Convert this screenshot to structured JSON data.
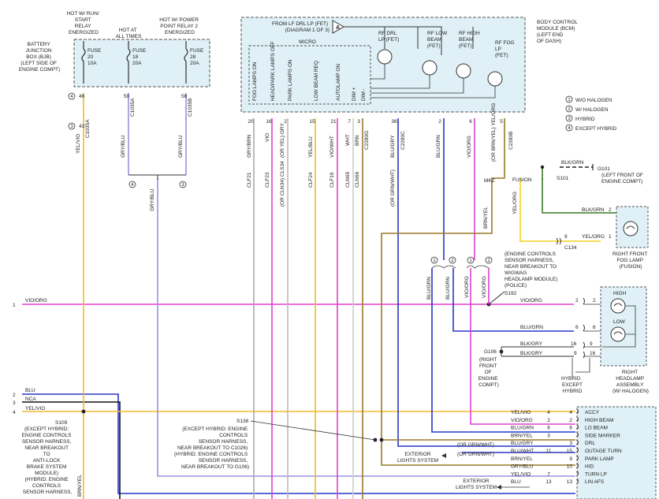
{
  "top_labels": {
    "hot_run": [
      "HOT W/ RUN/",
      "START",
      "RELAY",
      "ENERGIZED"
    ],
    "hot_all": [
      "HOT AT",
      "ALL TIMES"
    ],
    "hot_power": [
      "HOT W/ POWER",
      "POINT RELAY 2",
      "ENERGIZED"
    ]
  },
  "bjb": [
    "BATTERY",
    "JUNCTION",
    "BOX (BJB)",
    "(LEFT SIDE OF",
    "ENGINE COMPT)"
  ],
  "fuses": [
    {
      "label": "FUSE",
      "num": "20",
      "amp": "10A",
      "pin": "46",
      "connector": "C1035A",
      "circle": "3"
    },
    {
      "label": "FUSE",
      "num": "18",
      "amp": "20A",
      "pin": "50",
      "connector": "C1035A",
      "circle": ""
    },
    {
      "label": "FUSE",
      "num": "28",
      "amp": "20A",
      "pin": "56",
      "connector": "C1035B",
      "circle": ""
    }
  ],
  "fuse_circle_4": "4",
  "fuse_wire_pin": "43",
  "fuse_wire_color": "YEL/VIO",
  "fuse_wire_conn": "C1035A",
  "gry_blu": "GRY/BLU",
  "bcm": {
    "from_lf": [
      "FROM LF DRL LP (FET)",
      "(DIAGRAM 1 OF 3)"
    ],
    "title": [
      "BODY CONTROL",
      "MODULE (BCM)",
      "(LEFT END",
      "OF DASH)"
    ],
    "micro": "MICRO",
    "inputs": [
      "FOG LAMPS ON",
      "HEAD/PARK LAMPS OFF",
      "PARK LAMPS ON",
      "LOW BEAM REQ",
      "AUTOLAMP ON",
      "DIM +",
      "DIM -"
    ],
    "fets": [
      [
        "RF DRL",
        "LP (FET)"
      ],
      [
        "RF LOW",
        "BEAM",
        "(FET)"
      ],
      [
        "RF HIGH",
        "BEAM",
        "(FET)"
      ],
      [
        "RF FOG",
        "LP",
        "(FET)"
      ]
    ]
  },
  "legend": [
    {
      "num": "1",
      "text": "W/O HALOGEN"
    },
    {
      "num": "2",
      "text": "W/ HALOGEN"
    },
    {
      "num": "3",
      "text": "HYBRID"
    },
    {
      "num": "4",
      "text": "EXCEPT HYBRID"
    }
  ],
  "pins": [
    "20",
    "16",
    "2",
    "15",
    "21",
    "7",
    "3",
    "36",
    "2",
    "6",
    "5"
  ],
  "wire_colors": [
    "GRY/BRN",
    "VIO",
    "(OR YEL) GRY",
    "YEL/BLU",
    "VIO/WHT",
    "WHT",
    "BRN",
    "BLU/GRY",
    "(OR GRN/WHT)",
    "BLU/GRN",
    "VIO/ORG",
    "(OR BRN/YEL) YEL/ORG"
  ],
  "bcm_connectors": [
    "C2280G",
    "C2280C",
    "C2280B"
  ],
  "circuits": [
    "CLF21",
    "CLF23",
    "(OR CLN34) CLS34",
    "CLF24",
    "CLF19",
    "CLN65",
    "CLN66"
  ],
  "ground": {
    "color": "BLK/GRN",
    "g": "G101",
    "note": [
      "(LEFT FRONT OF",
      "ENGINE COMPT)"
    ],
    "s": "S101"
  },
  "fusion": "FUSION",
  "mkz": "MKZ",
  "brn_yel": "BRN/YEL",
  "yel_org": "YEL/ORG",
  "fog": {
    "blk_grn": "BLK/GRN",
    "pin2": "2",
    "pin1": "1",
    "yel_org": "YEL/ORG",
    "c9": "9",
    "conn": "C134",
    "title": [
      "RIGHT FRONT",
      "FOG LAMP",
      "(FUSION)"
    ]
  },
  "s192": {
    "note": [
      "(ENGINE CONTROLS",
      "SENSOR HARNESS,",
      "NEAR BREAKOUT TO",
      "WIGWAG",
      "HEADLAMP MODULE)",
      "(POLICE)"
    ],
    "label": "S192"
  },
  "circle_labels": [
    "1",
    "2",
    "1",
    "2"
  ],
  "branch_colors": [
    "BLU/GRN",
    "BLU/GRN",
    "VIO/ORG",
    "VIO/ORG"
  ],
  "headlamp": {
    "high": "HIGH",
    "low": "LOW",
    "vio_org": "VIO/ORG",
    "pin2a": "2",
    "pin2b": "2",
    "blu_grn": "BLU/GRN",
    "pin6a": "6",
    "pin6b": "6",
    "blk_gry1": "BLK/GRY",
    "pin16a": "16",
    "pin9a": "9",
    "blk_gry2": "BLK/GRY",
    "pin9b": "9",
    "pin16b": "16",
    "hybrid": "HYBRID",
    "except_hybrid": [
      "EXCEPT",
      "HYBRID"
    ],
    "title": [
      "RIGHT",
      "HEADLAMP",
      "ASSEMBLY",
      "(W/ HALOGEN)"
    ]
  },
  "g106": {
    "label": "G106",
    "note": [
      "(RIGHT",
      "FRONT",
      "OF",
      "ENGINE",
      "COMPT)"
    ]
  },
  "left": {
    "n1": "1",
    "vio_org": "VIO/ORG",
    "n2": "2",
    "blu": "BLU",
    "n3": "3",
    "nca": "NCA",
    "n4": "4",
    "yel_vio": "YEL/VIO"
  },
  "s109": {
    "label": "S109",
    "note": [
      "(EXCEPT HYBRID:",
      "ENGINE CONTROLS",
      "SENSOR HARNESS,",
      "NEAR BREAKOUT",
      "TO",
      "ANTI-LOCK",
      "BRAKE SYSTEM",
      "MODULE)",
      "(HYBRID: ENGINE",
      "CONTROLS",
      "SENSOR HARNESS,"
    ],
    "brn_yel": "BRN/YEL"
  },
  "s136": {
    "label": "S136",
    "note": [
      "(EXCEPT HYBRID: ENGINE",
      "CONTROLS",
      "SENSOR HARNESS,",
      "NEAR BREAKOUT TO C1026)",
      "(HYBRID: ENGINE CONTROLS",
      "SENSOR HARNESS,",
      "NEAR BREAKOUT TO G106)"
    ]
  },
  "bottom_rows": [
    {
      "color": "YEL/VIO",
      "p1": "4",
      "p2": "4",
      "func": "ACCY"
    },
    {
      "color": "VIO/ORG",
      "p1": "2",
      "p2": "2",
      "func": "HIGH BEAM"
    },
    {
      "color": "BLU/GRN",
      "p1": "6",
      "p2": "6",
      "func": "LO BEAM"
    },
    {
      "color": "BRN/YEL",
      "p1": "3",
      "p2": "",
      "func": "SIDE MARKER"
    },
    {
      "color": "BLU/GRY",
      "p1": "",
      "p2": "3",
      "func": "DRL"
    },
    {
      "color": "BLU/WHT",
      "p1": "11",
      "p2": "15",
      "func": "OUTAGE TURN"
    },
    {
      "color": "BRN/YEL",
      "p1": "",
      "p2": "9",
      "func": "PARK LAMP"
    },
    {
      "color": "GRY/BLU",
      "p1": "",
      "p2": "10",
      "func": "HID"
    },
    {
      "color": "YEL/VIO",
      "p1": "7",
      "p2": "",
      "func": "TURN LP"
    },
    {
      "color": "BLU",
      "p1": "13",
      "p2": "13",
      "func": "LIN AFS"
    }
  ],
  "or_grn_wht": "(OR GRN/WHT)",
  "ext1": [
    "EXTERIOR",
    "LIGHTS SYSTEM"
  ],
  "ext2": [
    "EXTERIOR",
    "LIGHTS SYSTEM"
  ],
  "nca_bottom": "NCA",
  "blk_gry_bottom": "BLK/GRY"
}
